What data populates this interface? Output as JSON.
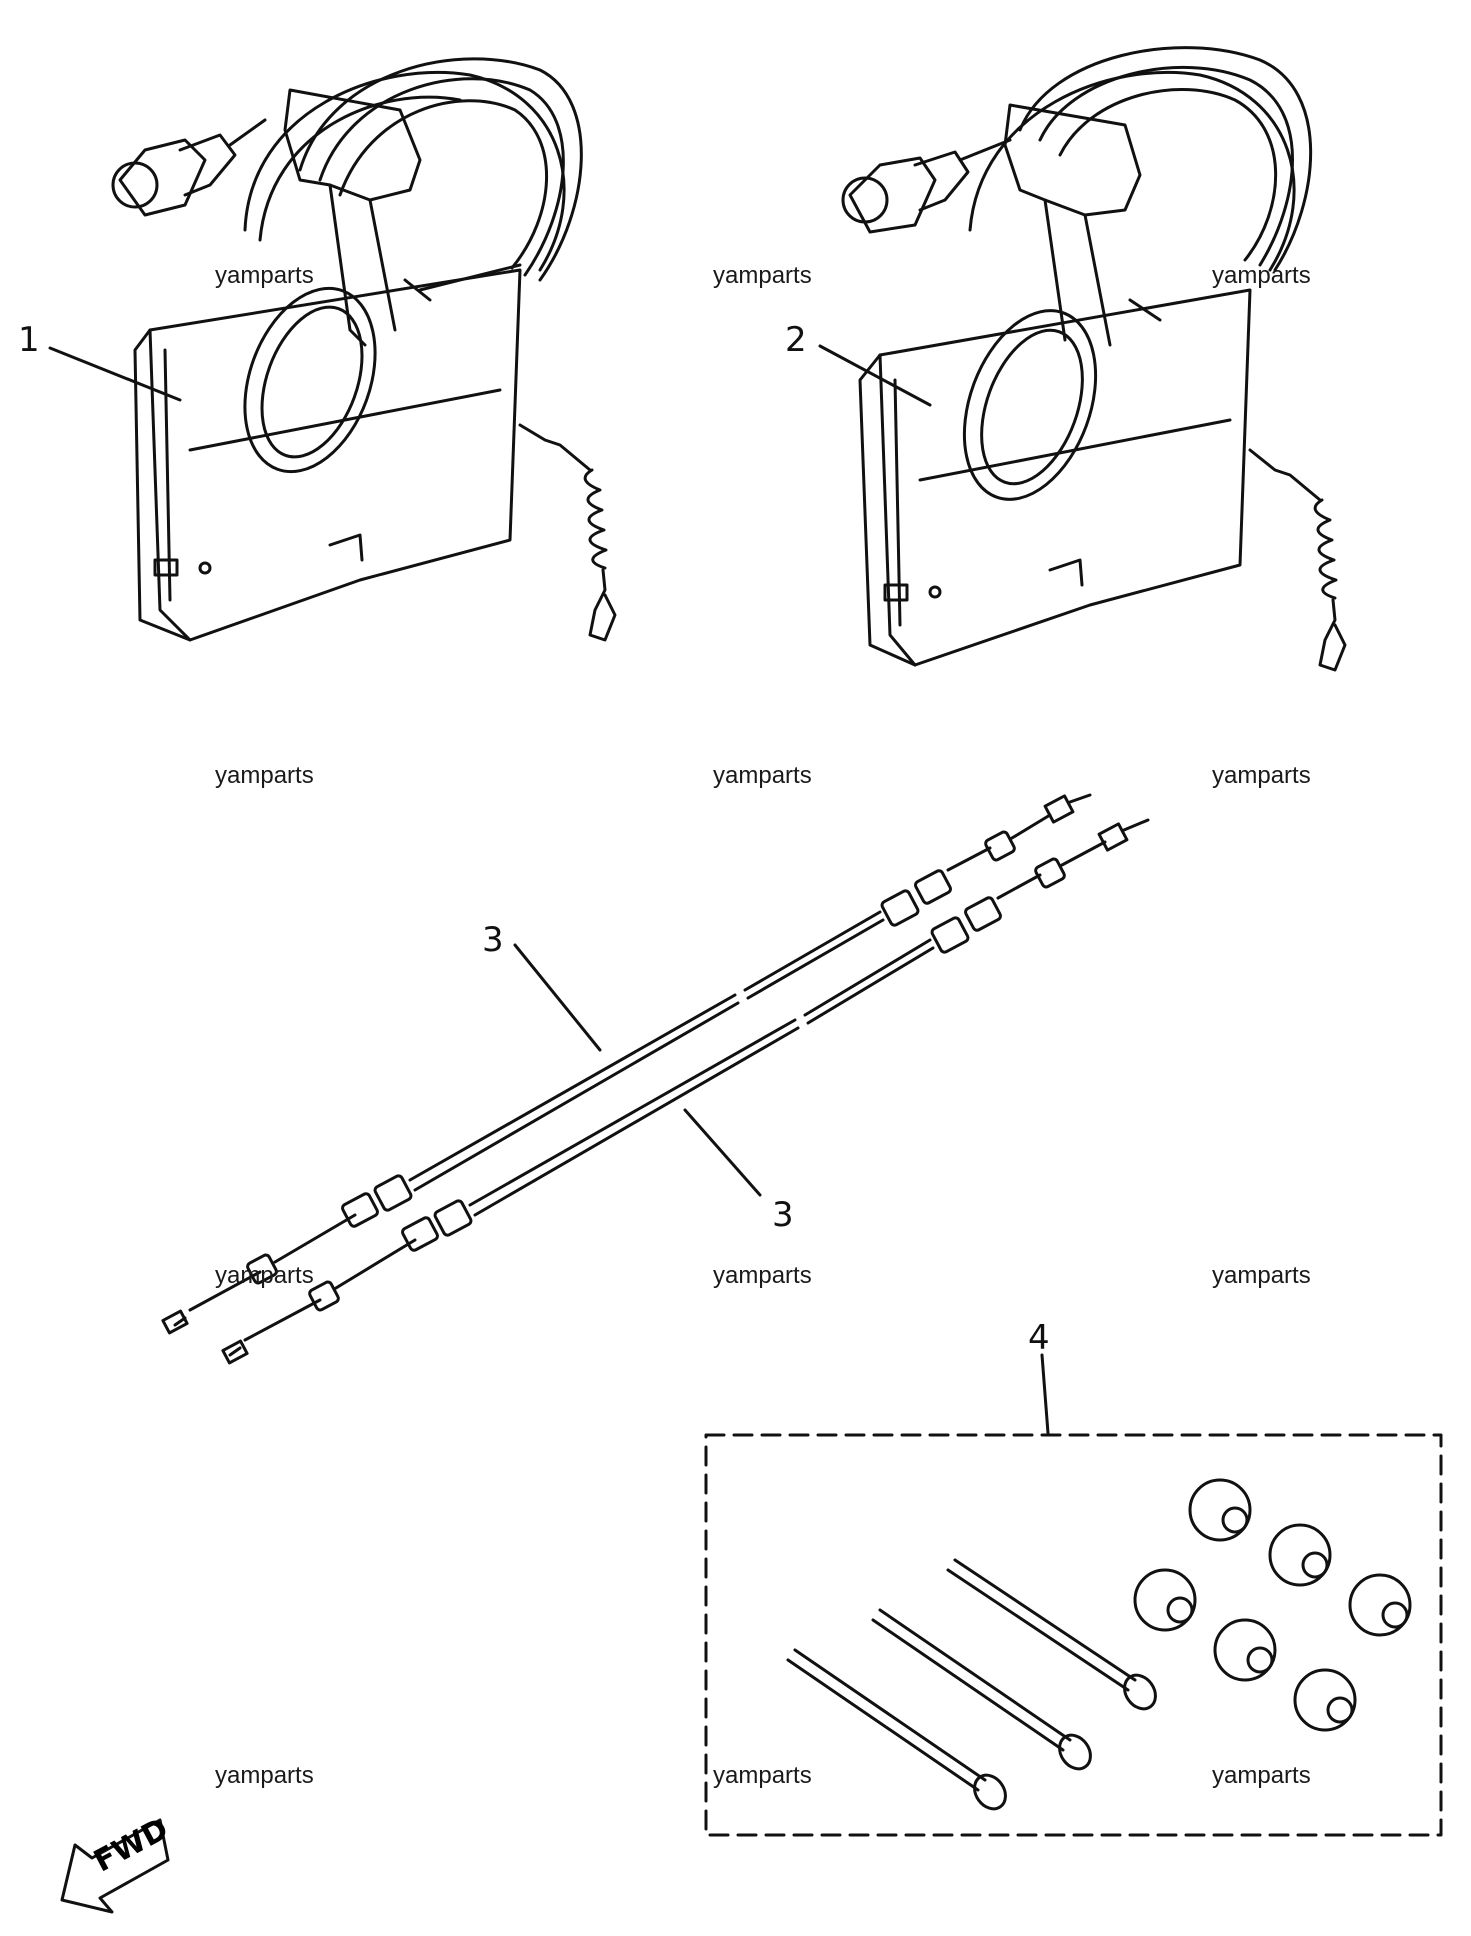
{
  "callouts": {
    "part1": "1",
    "part2": "2",
    "part3a": "3",
    "part3b": "3",
    "part4": "4"
  },
  "watermark": "yamparts",
  "fwd_label": "FWD",
  "colors": {
    "ink": "#111111",
    "paper": "#ffffff"
  }
}
